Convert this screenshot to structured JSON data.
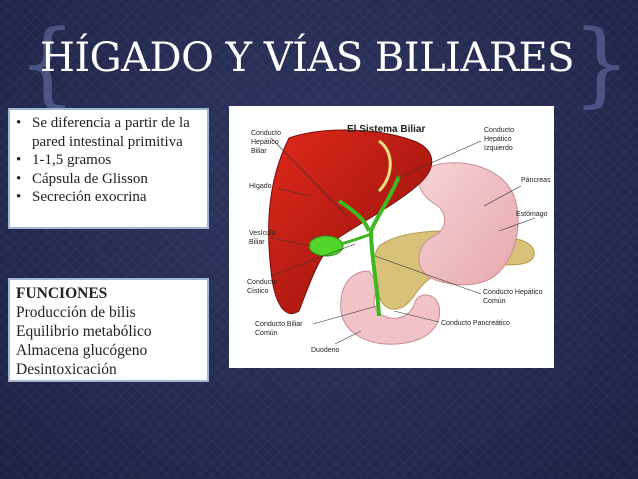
{
  "slide": {
    "title": "HÍGADO Y VÍAS BILIARES",
    "features": [
      "Se diferencia a partir de la pared intestinal primitiva",
      "1-1,5 gramos",
      "Cápsula de Glisson",
      "Secreción exocrina"
    ],
    "functions": {
      "heading": "FUNCIONES",
      "items": [
        "Producción de bilis",
        "Equilibrio metabólico",
        "Almacena glucógeno",
        "Desintoxicación"
      ]
    }
  },
  "diagram": {
    "title": "El Sistema Biliar",
    "labels": {
      "conducto_hepatico_biliar": [
        "Conducto",
        "Hepático",
        "Biliar"
      ],
      "higado": "Hígado",
      "vesicula_biliar": [
        "Vesícula",
        "Biliar"
      ],
      "conducto_cistico": [
        "Conducto",
        "Cístico"
      ],
      "conducto_biliar_comun": [
        "Conducto Biliar",
        "Común"
      ],
      "duodeno": "Duodeno",
      "conducto_hepatico_izquierdo": [
        "Conducto",
        "Hepático",
        "Izquierdo"
      ],
      "pancreas": "Páncreas",
      "estomago": "Estómago",
      "conducto_hepatico_comun": [
        "Conducto Hepático",
        "Común"
      ],
      "conducto_pancreatico": "Conducto Pancreático"
    }
  }
}
